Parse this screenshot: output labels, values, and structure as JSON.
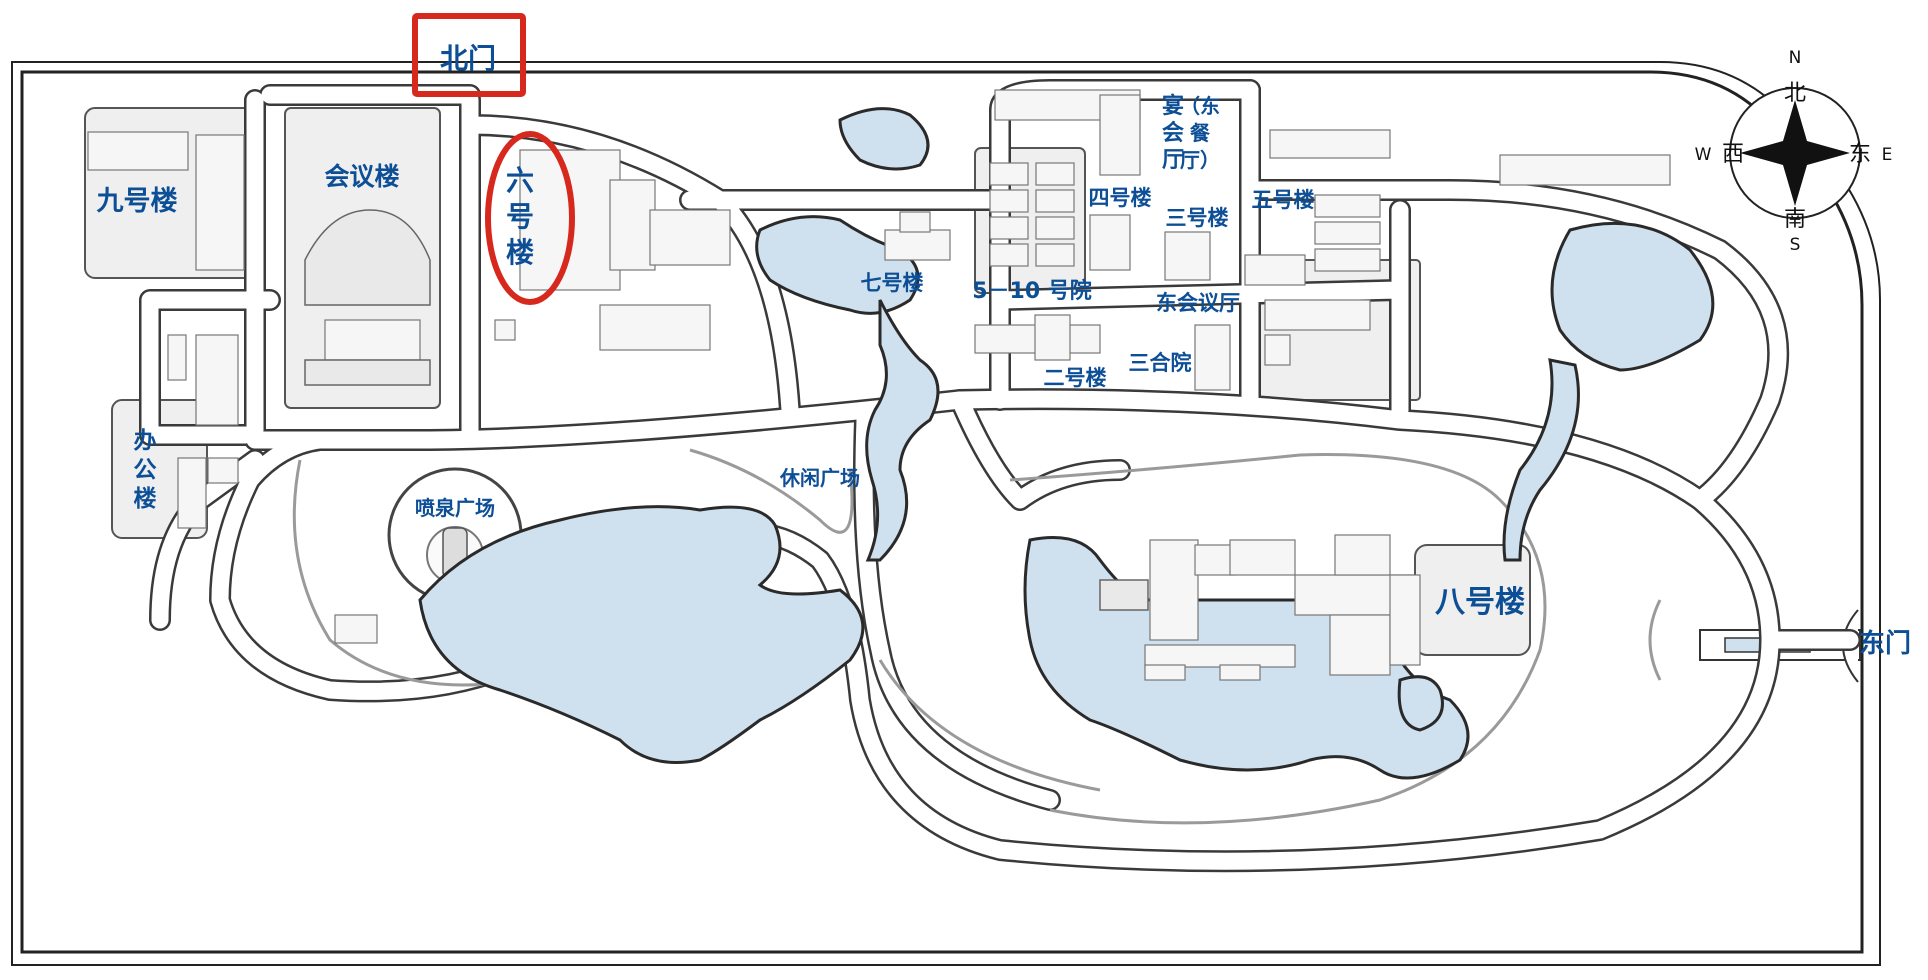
{
  "map": {
    "colors": {
      "label": "#0d4f96",
      "water": "#cfe0ee",
      "highlight": "#d7281e",
      "road": "#ffffff",
      "building": "#e9e9e9"
    },
    "gates": {
      "north": "北门",
      "east": "东门"
    },
    "buildings": {
      "b9": "九号楼",
      "conference": "会议楼",
      "b6": [
        "六",
        "号",
        "楼"
      ],
      "b7": "七号楼",
      "b4": "四号楼",
      "courtyard": "5－10 号院",
      "banquet": [
        "宴",
        "会",
        "厅"
      ],
      "east_dining": [
        "（东",
        "餐",
        "厅）"
      ],
      "b3": "三号楼",
      "b5": "五号楼",
      "east_conference": "东会议厅",
      "sanheyuan": "三合院",
      "b2": "二号楼",
      "office": [
        "办",
        "公",
        "楼"
      ],
      "fountain": "喷泉广场",
      "leisure": "休闲广场",
      "b8": "八号楼"
    },
    "compass": {
      "n_letter": "N",
      "n_char": "北",
      "s_char": "南",
      "s_letter": "S",
      "w_letter": "W",
      "w_char": "西",
      "e_char": "东",
      "e_letter": "E"
    },
    "highlights": [
      "north-gate-box",
      "building-6-circle"
    ]
  }
}
